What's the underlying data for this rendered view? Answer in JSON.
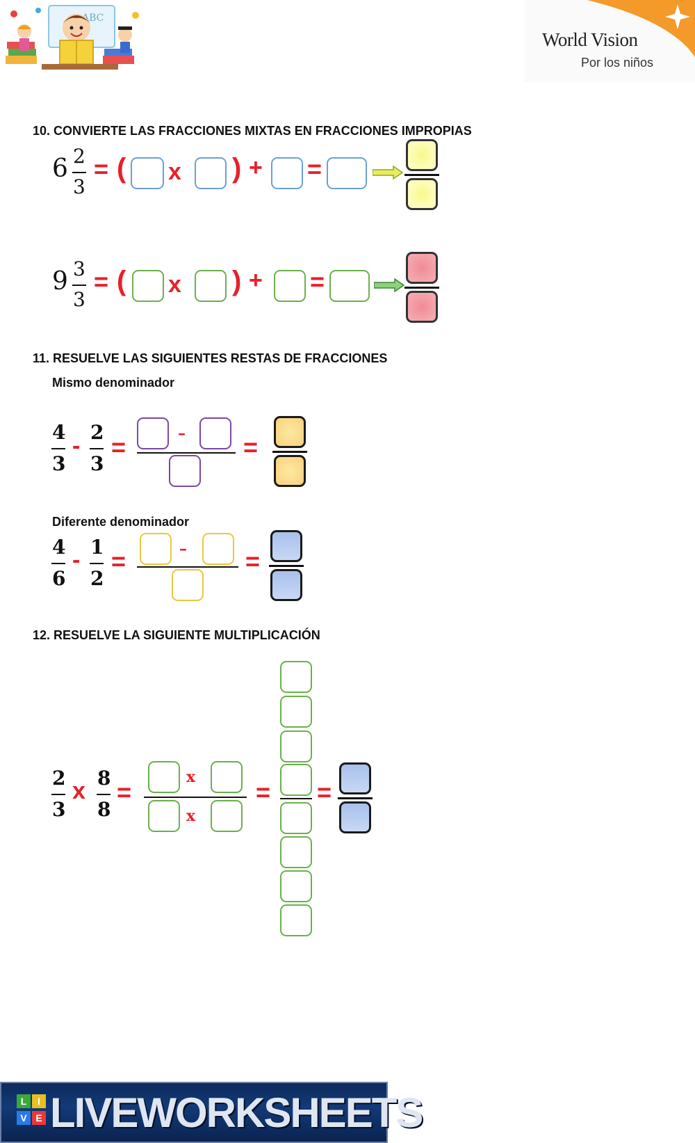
{
  "header": {
    "org_name": "World Vision",
    "org_tagline": "Por los niños",
    "kids_board_text": "ABC"
  },
  "section10": {
    "heading": "10. CONVIERTE LAS FRACCIONES MIXTAS EN FRACCIONES IMPROPIAS",
    "row1": {
      "whole": "6",
      "numerator": "2",
      "denominator": "3"
    },
    "row2": {
      "whole": "9",
      "numerator": "3",
      "denominator": "3"
    },
    "equals": "=",
    "open_paren": "(",
    "close_paren": ")",
    "times": "x",
    "plus": "+"
  },
  "section11": {
    "heading": "11. RESUELVE LAS SIGUIENTES RESTAS DE FRACCIONES",
    "same_label": "Mismo denominador",
    "same": {
      "n1": "4",
      "d1": "3",
      "n2": "2",
      "d2": "3"
    },
    "diff_label": "Diferente denominador",
    "diff": {
      "n1": "4",
      "d1": "6",
      "n2": "1",
      "d2": "2"
    },
    "minus": "-",
    "inner_minus": "–",
    "equals": "="
  },
  "section12": {
    "heading": "12. RESUELVE LA SIGUIENTE MULTIPLICACIÓN",
    "n1": "2",
    "d1": "3",
    "n2": "8",
    "d2": "8",
    "times": "x",
    "inner_times": "x",
    "equals": "="
  },
  "footer": {
    "brand": "LIVEWORKSHEETS",
    "tiles": [
      "L",
      "I",
      "V",
      "E"
    ]
  },
  "colors": {
    "operator_red": "#e8202a",
    "box_blue": "#6aa0d8",
    "box_green": "#6ab04c",
    "box_purple": "#7a48a8",
    "box_yellow": "#e8c83c",
    "wv_orange": "#f39a2b"
  }
}
